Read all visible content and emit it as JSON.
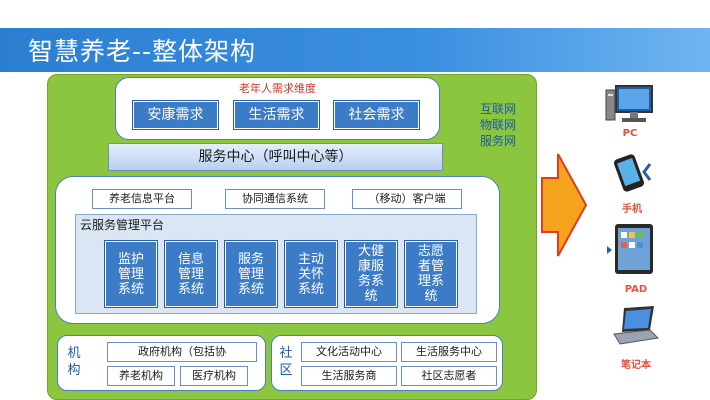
{
  "title": "智慧养老--整体架构",
  "demand": {
    "title": "老年人需求维度",
    "items": [
      "安康需求",
      "生活需求",
      "社会需求"
    ]
  },
  "networks": [
    "互联网",
    "物联网",
    "服务网"
  ],
  "service_center": "服务中心（呼叫中心等）",
  "platforms": [
    "养老信息平台",
    "协同通信系统",
    "（移动）客户端"
  ],
  "cloud": {
    "title": "云服务管理平台",
    "modules": [
      "监护管理系统",
      "信息管理系统",
      "服务管理系统",
      "主动关怀系统",
      "大健康服务系统",
      "志愿者管理系统"
    ]
  },
  "institutions": {
    "label": "机构",
    "items": [
      "政府机构（包括协",
      "养老机构",
      "医疗机构"
    ]
  },
  "community": {
    "label": "社区",
    "items": [
      "文化活动中心",
      "生活服务中心",
      "生活服务商",
      "社区志愿者"
    ]
  },
  "devices": [
    "PC",
    "手机",
    "PAD",
    "笔记本"
  ],
  "colors": {
    "title_bar": "#2c7fd0",
    "panel_green": "#8cc63e",
    "button_blue": "#3c7cc6",
    "arrow_orange": "#f5a21c",
    "device_label_red": "#e0533f"
  }
}
